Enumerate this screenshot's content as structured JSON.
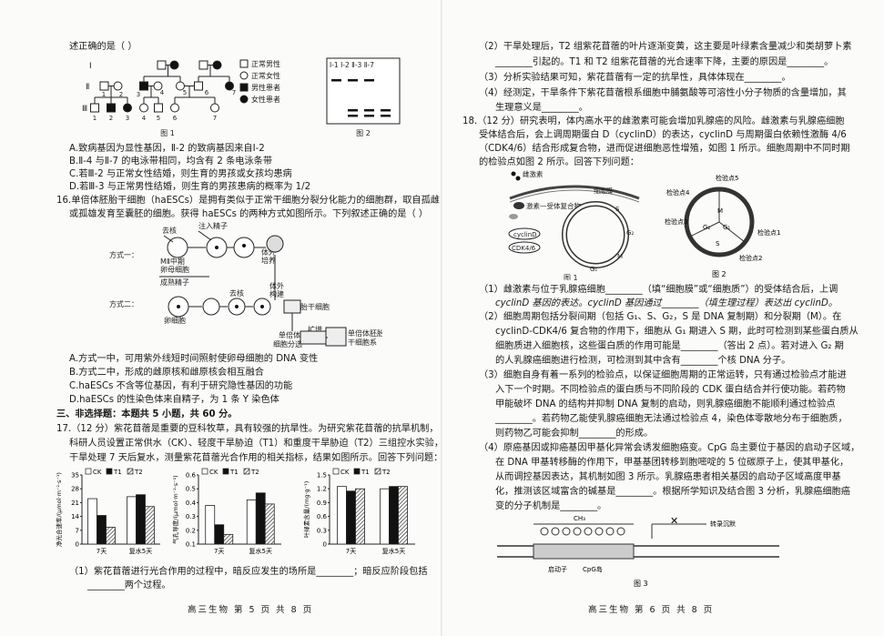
{
  "left": {
    "q15_tail": "述正确的是（        ）",
    "pedigree": {
      "gen_labels": [
        "Ⅰ",
        "Ⅱ",
        "Ⅲ"
      ],
      "legend": [
        "正常男性",
        "正常女性",
        "男性患者",
        "女性患者"
      ],
      "caption": "图 1",
      "gen2_numbers": [
        "1",
        "2",
        "3",
        "4",
        "5",
        "6",
        "7"
      ],
      "gen3_numbers": [
        "1",
        "2",
        "3",
        "4",
        "5",
        "6",
        "7"
      ]
    },
    "gel": {
      "lanes": "Ⅰ-1  Ⅰ-2  Ⅱ-3  Ⅱ-7",
      "caption": "图 2"
    },
    "q15_options": [
      "A.致病基因为显性基因，Ⅱ-2 的致病基因来自Ⅰ-2",
      "B.Ⅱ-4 与Ⅱ-7 的电泳带相同，均含有 2 条电泳条带",
      "C.若Ⅲ-2 与正常女性结婚，则生育的男孩或女孩均患病",
      "D.若Ⅲ-3 与正常男性结婚，则生育的男孩患病的概率为 1/2"
    ],
    "q16_stem": [
      "16.单倍体胚胎干细胞（haESCs）是拥有类似于正常干细胞分裂分化能力的细胞群，取自孤雌",
      "或孤雄发育至囊胚的细胞。获得 haESCs 的两种方式如图所示。下列叙述正确的是（        ）"
    ],
    "q16_fig": {
      "way1": "方式一：",
      "way2": "方式二：",
      "qu_he_1": "去核",
      "zhuru": "注入精子",
      "mii_1": "MⅡ中期",
      "mii_2": "卵母细胞",
      "chengshu": "成熟精子",
      "tiwai_1": "体外",
      "tiwai_2": "培养",
      "qu_he_2": "去核",
      "egg": "卵细胞",
      "goujian_1": "体外",
      "goujian_2": "构建",
      "peitai": "胚胎干细胞",
      "kuozeng": "扩增",
      "danbei_1": "单倍体",
      "danbei_2": "细胞分选",
      "haesc_1": "单倍体胚胎",
      "haesc_2": "干细胞系"
    },
    "q16_options": [
      "A.方式一中，可用紫外线短时间照射使卵母细胞的 DNA 变性",
      "B.方式二中，形成的雌原核和雌原核会相互融合",
      "C.haESCs 不含等位基因，有利于研究隐性基因的功能",
      "D.haESCs 的性染色体来自精子，为 1 条 Y 染色体"
    ],
    "section3": "三、非选择题：本题共 5 小题，共 60 分。",
    "q17_stem": [
      "17.（12 分）紫花苜蓿是重要的豆科牧草，具有较强的抗旱性。为研究紫花苜蓿的抗旱机制，",
      "科研人员设置正常供水（CK）、轻度干旱胁迫（T1）和重度干旱胁迫（T2）三组控水实验，",
      "干旱处理 7 天后复水，测量紫花苜蓿光合作用的相关指标，结果如图所示。回答下列问题："
    ],
    "q17_q1": [
      "（1）紫花苜蓿进行光合作用的过程中，暗反应发生的场所是________；暗反应阶段包括",
      "________两个过程。"
    ],
    "footer": "高三生物    第 5 页  共 8 页"
  },
  "chart_data": [
    {
      "type": "bar",
      "categories": [
        "7天",
        "复水5天"
      ],
      "series": [
        {
          "name": "CK",
          "values": [
            23,
            24
          ]
        },
        {
          "name": "T1",
          "values": [
            14.5,
            25
          ]
        },
        {
          "name": "T2",
          "values": [
            8.5,
            19
          ]
        }
      ],
      "ylabel": "净光合速率/(μmol·m⁻²·s⁻¹)",
      "yticks": [
        "0",
        "7",
        "14",
        "21",
        "28",
        "35"
      ],
      "ylim": [
        0,
        35
      ]
    },
    {
      "type": "bar",
      "categories": [
        "7天",
        "复水5天"
      ],
      "series": [
        {
          "name": "CK",
          "values": [
            0.38,
            0.42
          ]
        },
        {
          "name": "T1",
          "values": [
            0.24,
            0.47
          ]
        },
        {
          "name": "T2",
          "values": [
            0.17,
            0.39
          ]
        }
      ],
      "ylabel": "气孔导度/(μmol·m⁻²·s⁻¹)",
      "yticks": [
        "0.1",
        "0.2",
        "0.3",
        "0.4",
        "0.5",
        "0.6"
      ],
      "ylim": [
        0.1,
        0.6
      ]
    },
    {
      "type": "bar",
      "categories": [
        "7天",
        "复水5天"
      ],
      "series": [
        {
          "name": "CK",
          "values": [
            1.25,
            1.2
          ]
        },
        {
          "name": "T1",
          "values": [
            1.15,
            1.25
          ]
        },
        {
          "name": "T2",
          "values": [
            1.2,
            1.25
          ]
        }
      ],
      "ylabel": "叶绿素含量/(mg·g⁻¹)",
      "yticks": [
        "0",
        "0.3",
        "0.6",
        "0.9",
        "1.2",
        "1.5"
      ],
      "ylim": [
        0,
        1.5
      ]
    }
  ],
  "right": {
    "q17_rest": [
      "（2）干旱处理后，T2 组紫花苜蓿的叶片逐渐变黄，这主要是叶绿素含量减少和类胡萝卜素",
      "________引起的。T1 和 T2 组紫花苜蓿的光合速率下降，主要的原因是________。",
      "（3）分析实验结果可知，紫花苜蓿有一定的抗旱性，具体体现在________。",
      "（4）经测定，干旱条件下紫花苜蓿根系细胞中脯氨酸等可溶性小分子物质的含量增加，其",
      "生理意义是________。"
    ],
    "q18_stem": [
      "18.（12 分）研究表明，体内高水平的雌激素可能会增加乳腺癌的风险。雌激素与乳腺癌细胞",
      "受体结合后，会上调周期蛋白 D（cyclinD）的表达，cyclinD 与周期蛋白依赖性激酶 4/6",
      "（CDK4/6）结合形成复合物，进而促进细胞恶性增殖，如图 1 所示。细胞周期中不同时期",
      "的检验点如图 2 所示。回答下列问题："
    ],
    "fig1": {
      "estrogen": "雌激素",
      "membrane": "细胞膜",
      "complex": "激素—受体复合物",
      "cyclind": "cyclinD",
      "cdk": "CDK4/6",
      "g1": "G₁",
      "s": "S",
      "g2": "G₂",
      "m": "M",
      "caption": "图 1"
    },
    "fig2": {
      "cp5": "检验点5",
      "cp4": "检验点4",
      "cp3": "检验点3",
      "cp1": "检验点1",
      "cp2": "检验点2",
      "m": "M",
      "g1": "G₁",
      "g2": "G₂",
      "s": "S",
      "caption": "图 2"
    },
    "q18_body": [
      "（1）雌激素与位于乳腺癌细胞________（填“细胞膜”或“细胞质”）的受体结合后，上调",
      "cyclinD 基因的表达。cyclinD 基因通过________（填生理过程）表达出 cyclinD。",
      "（2）细胞周期包括分裂间期（包括 G₁、S、G₂，S 是 DNA 复制期）和分裂期（M）。在",
      "cyclinD-CDK4/6 复合物的作用下，细胞从 G₁ 期进入 S 期，此时可检测到某些蛋白质从",
      "细胞质进入细胞核，这些蛋白质的作用可能是________（答出 2 点）。若对进入 G₂ 期",
      "的人乳腺癌细胞进行检测，可检测到其中含有________个核 DNA 分子。",
      "（3）细胞自身有着一系列的检验点，以保证细胞周期的正常运转，只有通过检验点才能进",
      "入下一个时期。不同检验点的蛋白质与不同阶段的 CDK 蛋白结合并行使功能。若药物",
      "甲能破坏 DNA 的结构并抑制 DNA 复制的启动，则乳腺癌细胞不能顺利通过检验点",
      "________。若药物乙能使乳腺癌细胞无法通过检验点 4，染色体零散地分布于细胞质，",
      "则药物乙可能会抑制________的形成。",
      "（4）原癌基因或抑癌基因甲基化异常会诱发细胞癌变。CpG 岛主要位于基因的启动子区域，",
      "在 DNA 甲基转移酶的作用下，甲基基团转移到胞嘧啶的 5 位碳原子上，使其甲基化，",
      "从而调控基因表达，其机制如图 3 所示。乳腺癌患者相关基因的启动子区域高度甲基",
      "化，推测该区域富含的碱基是________。根据所学知识及结合图 3 分析，乳腺癌细胞癌",
      "变的分子机制是________。"
    ],
    "fig3": {
      "ch3": "CH₃",
      "silence": "转录沉默",
      "promoter": "启动子",
      "cpg": "CpG岛",
      "caption": "图 3"
    },
    "footer": "高三生物    第 6 页  共 8 页"
  }
}
